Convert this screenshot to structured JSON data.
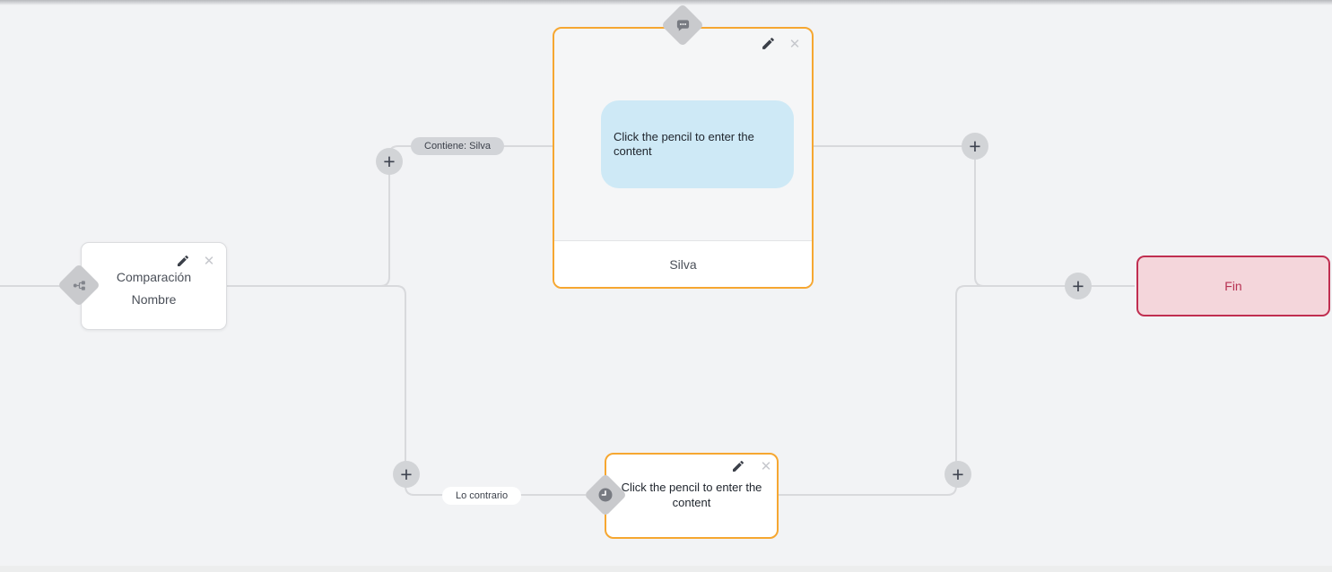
{
  "canvas": {
    "background": "#f2f3f5"
  },
  "icons": {
    "plus": "+",
    "close": "✕",
    "edit_pencil": "✎",
    "branch": "⑂",
    "chat_bubble": "💬",
    "clock": "🕘"
  },
  "edges": {
    "labels": {
      "top": "Contiene: Silva",
      "bottom": "Lo contrario"
    }
  },
  "nodes": {
    "condition": {
      "title_line1": "Comparación",
      "title_line2": "Nombre"
    },
    "message": {
      "bubble_text": "Click the pencil to enter the content",
      "footer_label": "Silva"
    },
    "wait": {
      "text": "Click the pencil to enter the content"
    },
    "end": {
      "label": "Fin"
    }
  },
  "colors": {
    "accent_orange": "#f6a731",
    "end_border": "#c02e50",
    "end_bg": "#f4d6db",
    "end_text": "#b73253",
    "edge_line": "#d8d9dc",
    "bubble_bg": "#cee9f6",
    "pill_bg": "#d2d4d8",
    "diamond_bg": "#c9cacd"
  }
}
